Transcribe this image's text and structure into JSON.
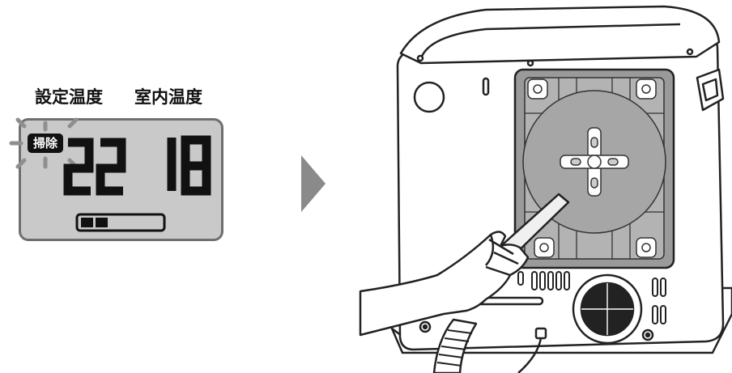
{
  "display": {
    "set_temp_label": "設定温度",
    "room_temp_label": "室内温度",
    "cleaning_badge": "掃除",
    "set_temp_value": "22",
    "room_temp_value": "18",
    "level_indicator": {
      "filled_segments": 2,
      "total_segments": 5
    }
  },
  "icons": {
    "arrow": "right-arrow-icon",
    "heater": "kerosene-heater-illustration",
    "hand": "hand-holding-vacuum-nozzle"
  },
  "colors": {
    "lcd_background": "#c9c9c9",
    "lcd_border": "#6f6f6f",
    "digits": "#111111",
    "arrow": "#8a8a8a",
    "filter_grey": "#9a9a9a"
  }
}
